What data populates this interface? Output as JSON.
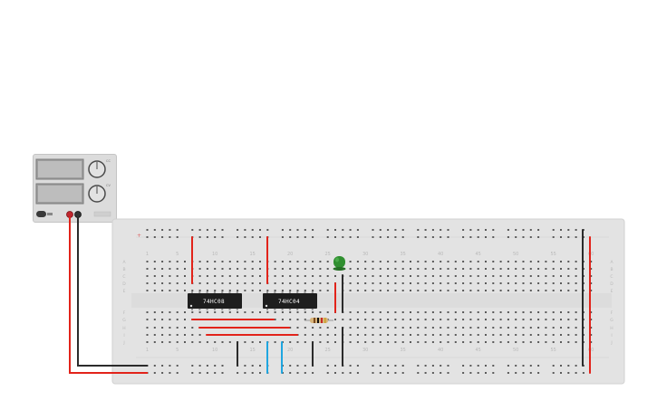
{
  "power_supply": {
    "knob_labels": [
      "CC",
      "CV"
    ],
    "terminal_colors": [
      "#c0262e",
      "#333333"
    ]
  },
  "breadboard": {
    "column_numbers": [
      "1",
      "5",
      "10",
      "15",
      "20",
      "25",
      "30",
      "35",
      "40",
      "45",
      "50",
      "55",
      "60"
    ],
    "row_letters_top": [
      "A",
      "B",
      "C",
      "D",
      "E"
    ],
    "row_letters_bottom": [
      "F",
      "G",
      "H",
      "I",
      "J"
    ],
    "rail_signs": [
      "+",
      "−"
    ]
  },
  "components": {
    "ic1_label": "74HC08",
    "ic2_label": "74HC04",
    "led_color": "#2f8f2f",
    "resistor_bands": [
      "#7a4a1e",
      "#111111",
      "#c62828",
      "#c9a227"
    ]
  },
  "wire_colors": {
    "red": "#e2231a",
    "black": "#2b2b2b",
    "blue": "#1fa6e0"
  }
}
